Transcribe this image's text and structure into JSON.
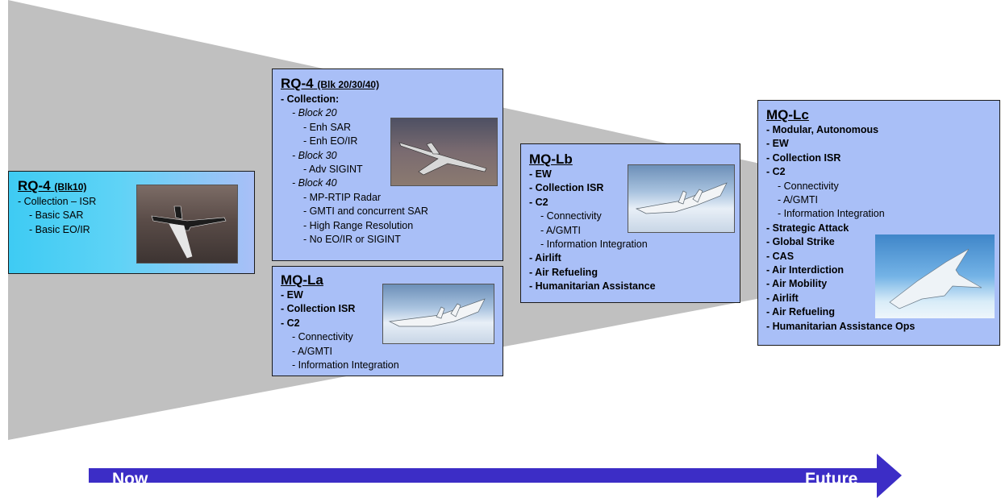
{
  "timeline": {
    "start_label": "Now",
    "end_label": "Future"
  },
  "cards": {
    "rq4_blk10": {
      "title": "RQ-4",
      "title_sub": "(Blk10)",
      "lines": [
        "- Collection – ISR",
        "- Basic SAR",
        "- Basic EO/IR"
      ]
    },
    "rq4_blk20": {
      "title": "RQ-4",
      "title_sub": "(Blk 20/30/40)",
      "lines": [
        "- Collection:",
        "- Block 20",
        "- Enh SAR",
        "- Enh EO/IR",
        "- Block 30",
        "- Adv SIGINT",
        "- Block 40",
        "- MP-RTIP  Radar",
        "- GMTI  and concurrent SAR",
        "- High Range Resolution",
        "- No EO/IR  or  SIGINT"
      ]
    },
    "mq_la": {
      "title": "MQ-La",
      "lines": [
        "- EW",
        "- Collection ISR",
        "- C2",
        "- Connectivity",
        "- A/GMTI",
        "- Information Integration"
      ]
    },
    "mq_lb": {
      "title": "MQ-Lb",
      "lines": [
        "- EW",
        "- Collection ISR",
        "- C2",
        "- Connectivity",
        "- A/GMTI",
        "- Information Integration",
        "- Airlift",
        "- Air Refueling",
        "- Humanitarian Assistance"
      ]
    },
    "mq_lc": {
      "title": "MQ-Lc",
      "lines": [
        "- Modular,  Autonomous",
        "- EW",
        "- Collection ISR",
        "- C2",
        "- Connectivity",
        "- A/GMTI",
        "- Information Integration",
        "- Strategic Attack",
        "- Global Strike",
        "- CAS",
        "- Air Interdiction",
        "- Air Mobility",
        "- Airlift",
        "- Air Refueling",
        "- Humanitarian Assistance Ops"
      ]
    }
  },
  "colors": {
    "wedge": "#c0c0c0",
    "card_fill": "#a9bff7",
    "card_first_fill": "#3ecbf3",
    "arrow": "#3c2dc6",
    "arrow_text": "#ffffff"
  },
  "images": [
    "rq4-global-hawk-photo",
    "rq4-block20-in-flight-photo",
    "mq-la-blended-wing-photo",
    "mq-lb-blended-wing-photo",
    "mq-lc-flying-wing-photo"
  ]
}
